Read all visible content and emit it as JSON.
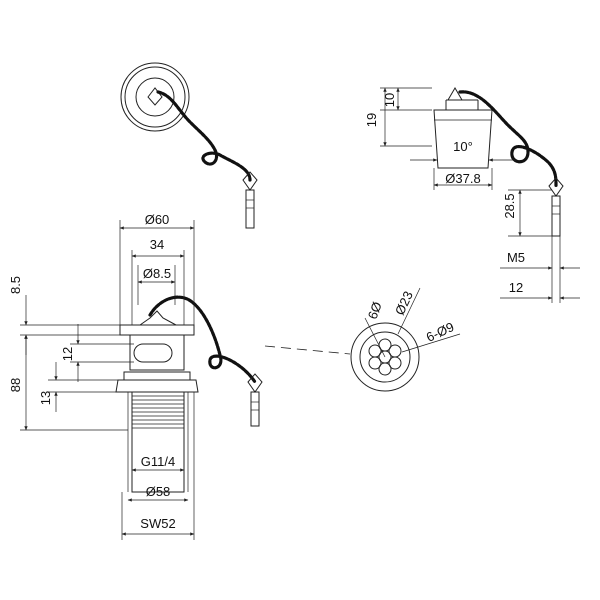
{
  "dimensions": {
    "plug_height": "19",
    "plug_lip": "10",
    "angle": "10°",
    "plug_diameter": "Ø37.8",
    "chain_pin_length": "28.5",
    "pin_thread": "M5",
    "pin_offset": "12",
    "flange_diameter": "Ø60",
    "inner_width": "34",
    "bore_diameter": "Ø8.5",
    "flange_height": "8.5",
    "slot_height": "12",
    "total_height": "88",
    "nut_height": "13",
    "thread": "G11/4",
    "body_diameter": "Ø58",
    "spanner": "SW52",
    "hole_spacing": "6Ø",
    "grate_diameter": "Ø23",
    "holes": "6-Ø9"
  }
}
